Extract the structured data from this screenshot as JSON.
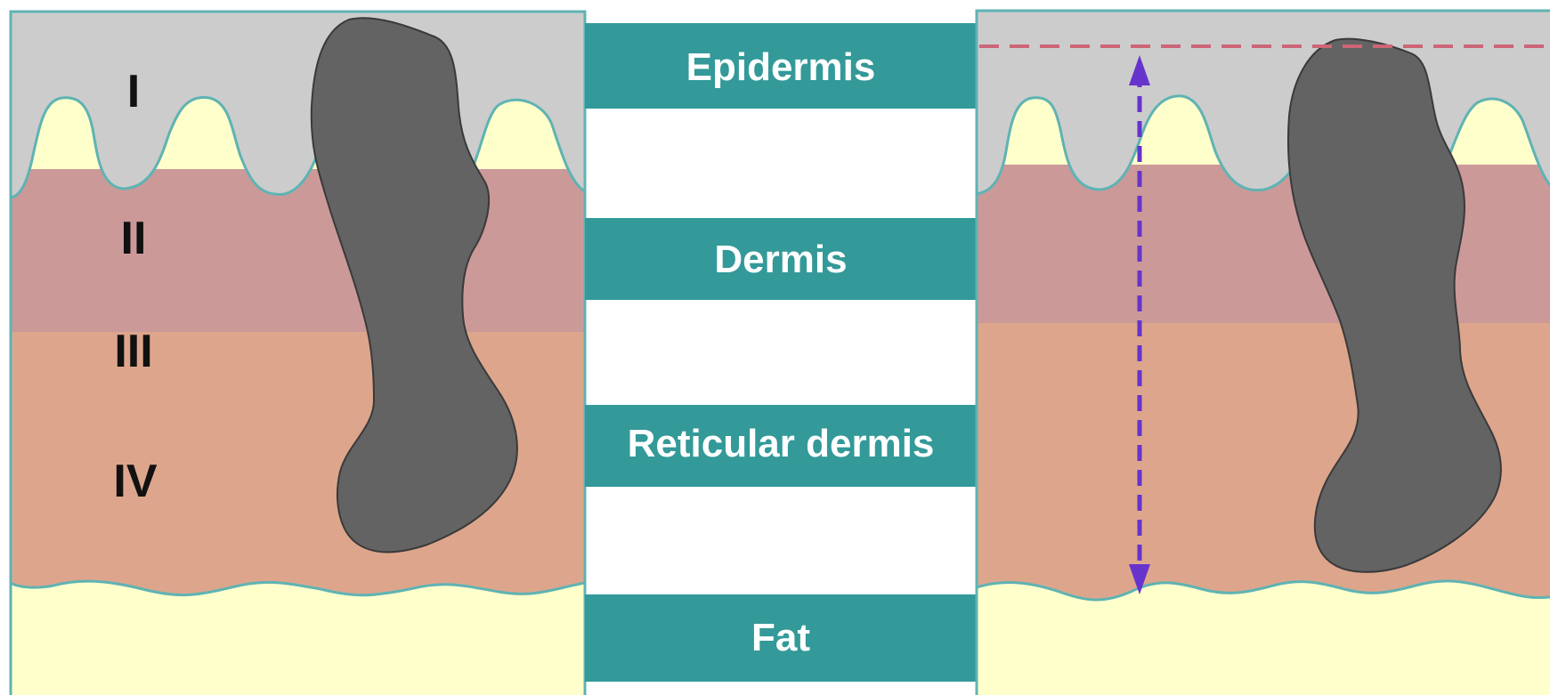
{
  "levels": [
    "I",
    "II",
    "III",
    "IV"
  ],
  "bands": [
    "Epidermis",
    "Dermis",
    "Reticular dermis",
    "Fat"
  ],
  "colors": {
    "epidermis": "#cccccc",
    "dermis": "#cc9999",
    "reticular_dermis": "#dda68c",
    "fat": "#ffffcc",
    "tumor": "#636363",
    "band": "#339999",
    "outline": "#5fb3b3",
    "reference_line": "#cc6677",
    "measure_arrow": "#6633cc"
  }
}
